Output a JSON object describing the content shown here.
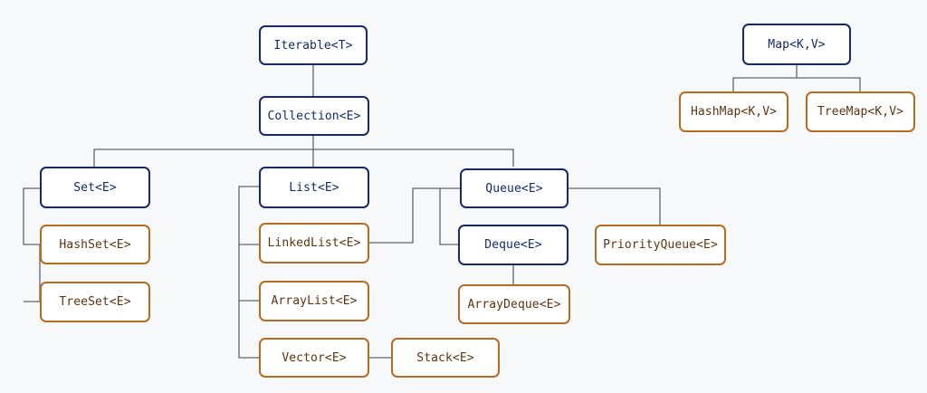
{
  "nodes": {
    "iterable": "Iterable<T>",
    "collection": "Collection<E>",
    "set": "Set<E>",
    "list": "List<E>",
    "queue": "Queue<E>",
    "hashset": "HashSet<E>",
    "treeset": "TreeSet<E>",
    "linkedlist": "LinkedList<E>",
    "arraylist": "ArrayList<E>",
    "vector": "Vector<E>",
    "stack": "Stack<E>",
    "deque": "Deque<E>",
    "arraydeque": "ArrayDeque<E>",
    "priorityqueue": "PriorityQueue<E>",
    "map": "Map<K,V>",
    "hashmap": "HashMap<K,V>",
    "treemap": "TreeMap<K,V>"
  },
  "colors": {
    "interface_border": "#15296b",
    "class_border": "#b86a1f",
    "connector": "#5b6470",
    "background": "#f6f8fa"
  }
}
